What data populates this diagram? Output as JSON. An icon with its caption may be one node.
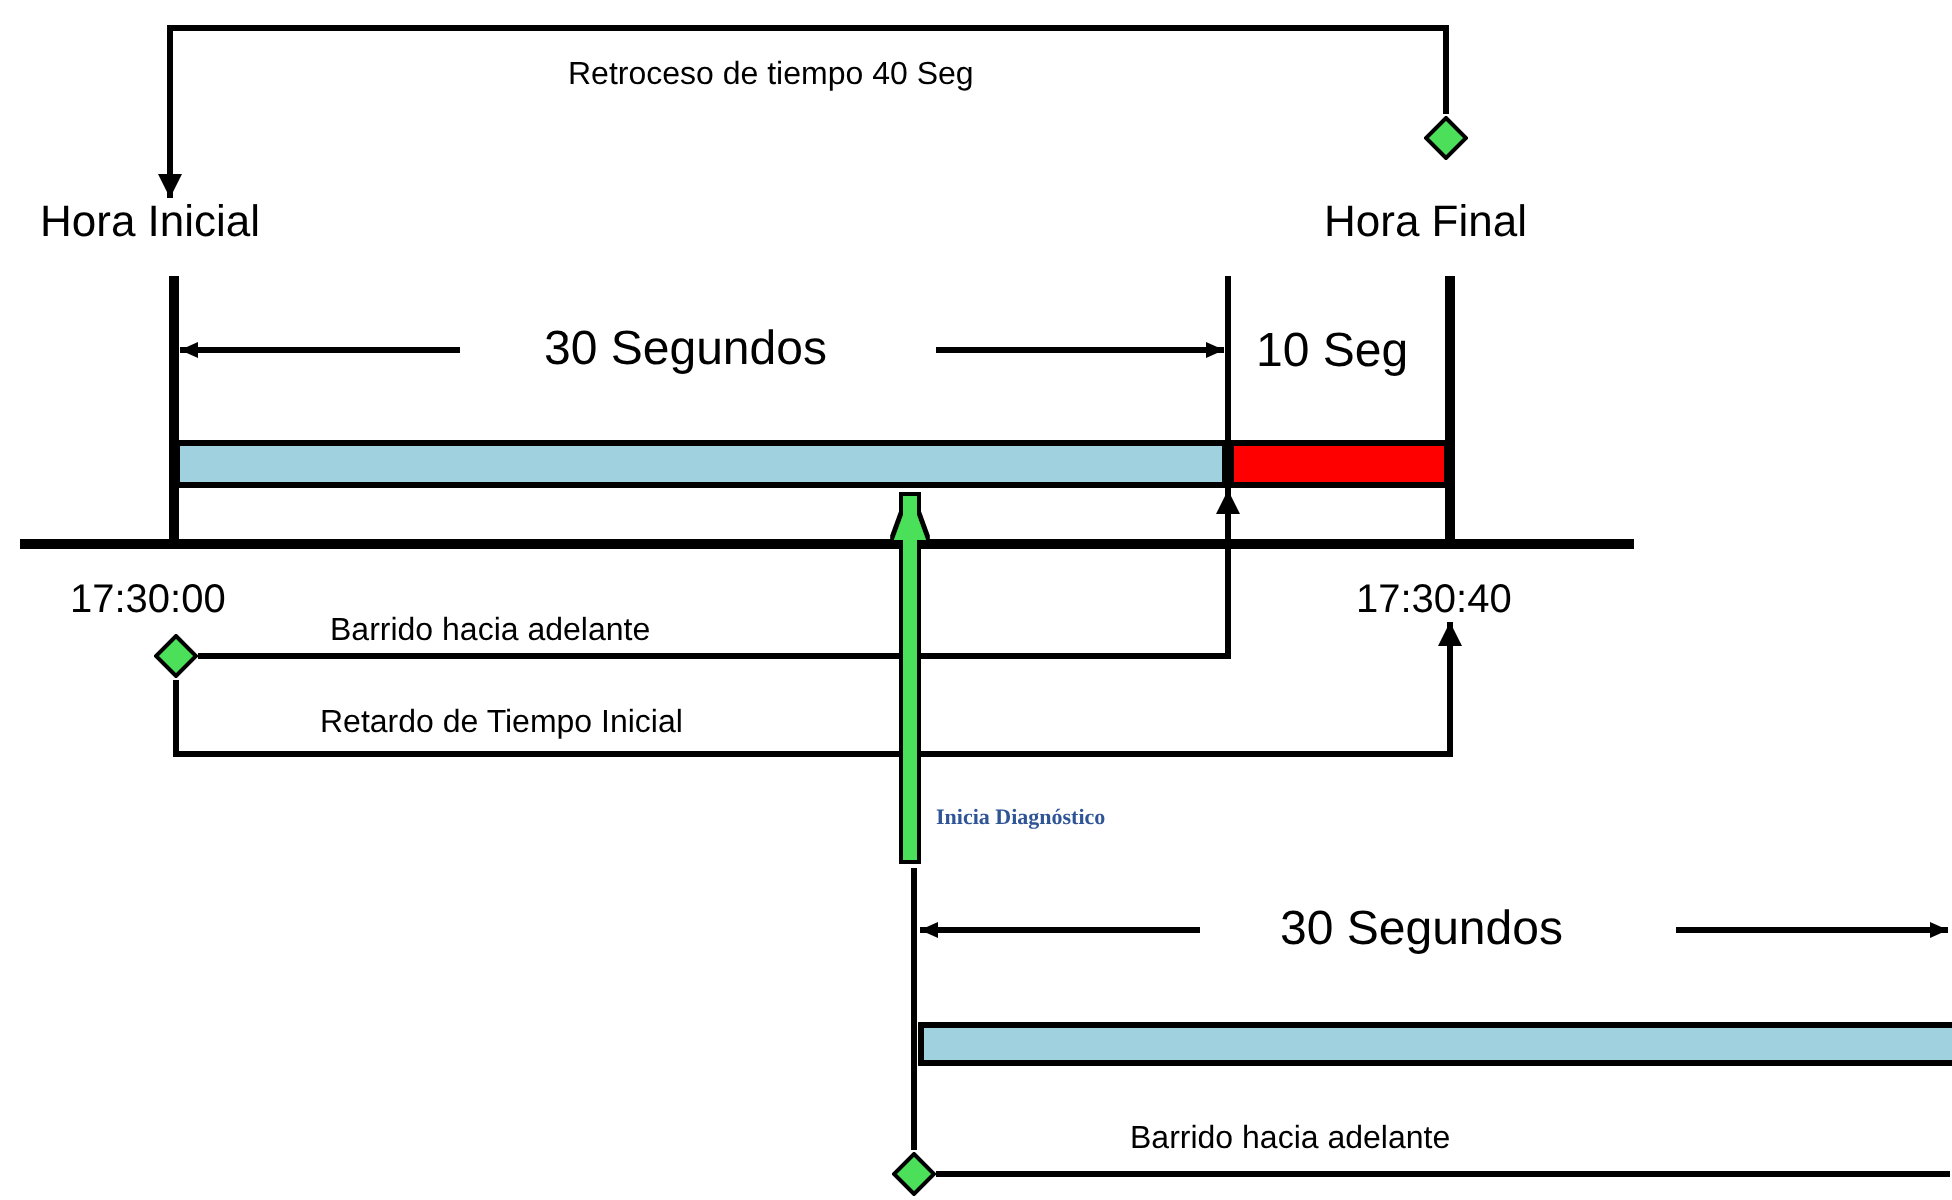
{
  "diagram": {
    "nodes": [
      {
        "text": [],
        "shape": "diamond"
      },
      {
        "text": [
          "Hora Inicial"
        ]
      },
      {
        "text": [
          "Hora Final"
        ]
      },
      {
        "text": [],
        "shape": "bar"
      },
      {
        "text": [],
        "shape": "bar"
      },
      {
        "text": [],
        "shape": "diamond"
      },
      {
        "text": [
          "17:30:40"
        ]
      },
      {
        "text": [],
        "shape": "bar"
      },
      {
        "text": [],
        "shape": "diamond"
      }
    ],
    "edges": [
      {
        "from": 0,
        "to": 1,
        "arrow": "to",
        "label": "Retroceso de tiempo  40 Seg"
      },
      {
        "from": 5,
        "to": 4,
        "arrow": "to",
        "label": "Barrido hacia adelante"
      },
      {
        "from": 5,
        "to": 6,
        "arrow": "to",
        "label": "Retardo de Tiempo Inicial"
      },
      {
        "from": null,
        "to": 3,
        "arrow": "to",
        "label": "Inicia Diagnóstico",
        "style": "thick",
        "color": "#4ce05a"
      },
      {
        "from": 8,
        "to": null,
        "arrow": "none",
        "label": "Barrido hacia adelante"
      },
      {
        "from": 8,
        "to": null,
        "arrow": "none"
      }
    ],
    "labels": [
      "30 Segundos",
      "10 Seg",
      "17:30:00",
      "30 Segundos"
    ]
  }
}
